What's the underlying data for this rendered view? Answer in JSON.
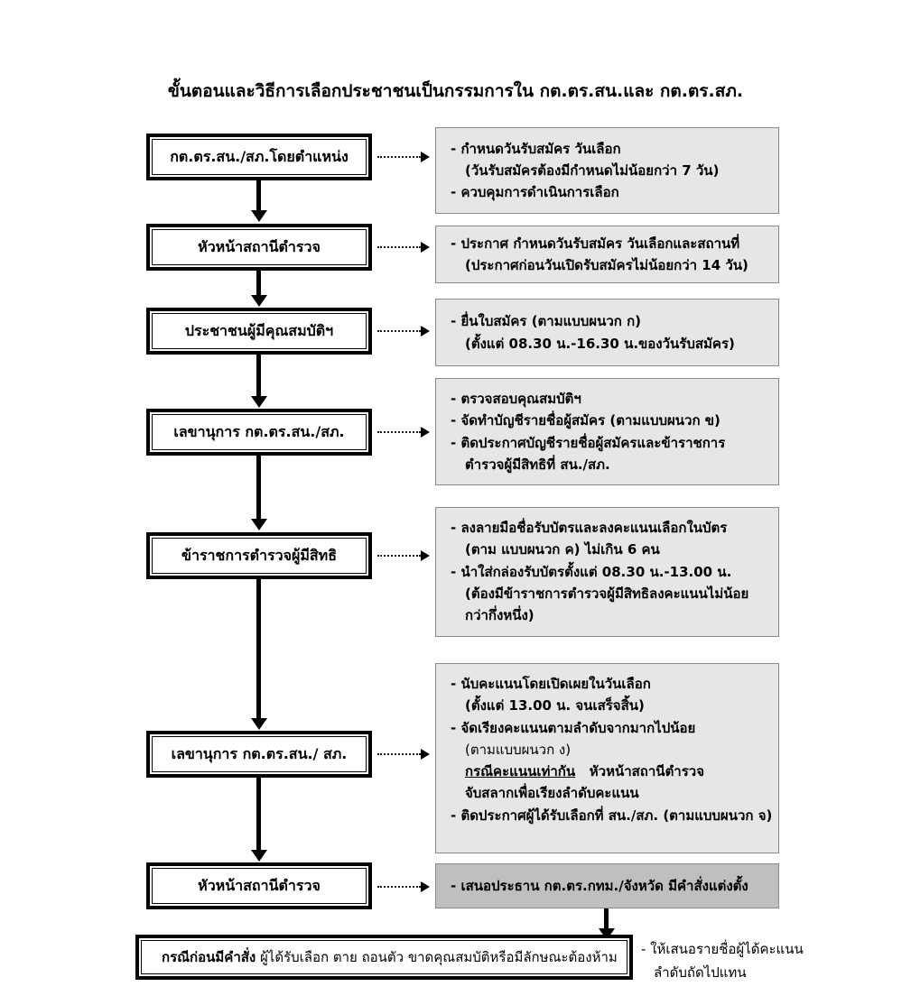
{
  "title": "ขั้นตอนและวิธีการเลือกประชาชนเป็นกรรมการใน กต.ตร.สน.และ กต.ตร.สภ.",
  "colors": {
    "panel_light": "#e6e6e6",
    "panel_dark": "#bfbfbf",
    "panel_border": "#8a8a8a",
    "box_border": "#000000",
    "connector": "#000000",
    "background": "#ffffff"
  },
  "steps": [
    {
      "box_label": "กต.ตร.สน./สภ.โดยตำแหน่ง",
      "panel_lines": [
        "-  กำหนดวันรับสมัคร วันเลือก",
        "(วันรับสมัครต้องมีกำหนดไม่น้อยกว่า 7 วัน)",
        "-  ควบคุมการดำเนินการเลือก"
      ]
    },
    {
      "box_label": "หัวหน้าสถานีตำรวจ",
      "panel_lines": [
        "-  ประกาศ กำหนดวันรับสมัคร วันเลือกและสถานที่",
        "(ประกาศก่อนวันเปิดรับสมัครไม่น้อยกว่า 14 วัน)"
      ]
    },
    {
      "box_label": "ประชาชนผู้มีคุณสมบัติฯ",
      "panel_lines": [
        "-  ยื่นใบสมัคร (ตามแบบผนวก ก)",
        "(ตั้งแต่ 08.30 น.-16.30 น.ของวันรับสมัคร)"
      ]
    },
    {
      "box_label": "เลขานุการ กต.ตร.สน./สภ.",
      "panel_lines": [
        "-  ตรวจสอบคุณสมบัติฯ",
        "-  จัดทำบัญชีรายชื่อผู้สมัคร (ตามแบบผนวก ข)",
        "-  ติดประกาศบัญชีรายชื่อผู้สมัครและข้าราชการ",
        "ตำรวจผู้มีสิทธิที่ สน./สภ."
      ]
    },
    {
      "box_label": "ข้าราชการตำรวจผู้มีสิทธิ",
      "panel_lines": [
        "-  ลงลายมือชื่อรับบัตรและลงคะแนนเลือกในบัตร",
        "(ตาม แบบผนวก ค)  ไม่เกิน 6  คน",
        "-  นำใส่กล่องรับบัตรตั้งแต่ 08.30 น.-13.00 น.",
        "(ต้องมีข้าราชการตำรวจผู้มีสิทธิลงคะแนนไม่น้อย",
        "กว่ากึ่งหนึ่ง)"
      ]
    },
    {
      "box_label": "เลขานุการ กต.ตร.สน./ สภ.",
      "panel_lines": [
        "-  นับคะแนนโดยเปิดเผยในวันเลือก",
        "(ตั้งแต่ 13.00 น. จนเสร็จสิ้น)",
        "-  จัดเรียงคะแนนตามลำดับจากมากไปน้อย",
        "(ตามแบบผนวก ง)",
        "กรณีคะแนนเท่ากัน   หัวหน้าสถานีตำรวจ",
        "จับสลากเพื่อเรียงลำดับคะแนน",
        "-  ติดประกาศผู้ได้รับเลือกที่ สน./สภ. (ตามแบบผนวก จ)"
      ],
      "underlined_phrase": "กรณีคะแนนเท่ากัน"
    },
    {
      "box_label": "หัวหน้าสถานีตำรวจ",
      "panel_lines": [
        "-  เสนอประธาน กต.ตร.กทม./จังหวัด มีคำสั่งแต่งตั้ง"
      ],
      "panel_style": "dark"
    }
  ],
  "bottom": {
    "box_label_bold": "กรณีก่อนมีคำสั่ง",
    "box_label_rest": "ผู้ได้รับเลือก ตาย ถอนตัว ขาดคุณสมบัติหรือมีลักษณะต้องห้าม",
    "note_lines": [
      "- ให้เสนอรายชื่อผู้ได้คะแนน",
      "ลำดับถัดไปแทน"
    ]
  }
}
